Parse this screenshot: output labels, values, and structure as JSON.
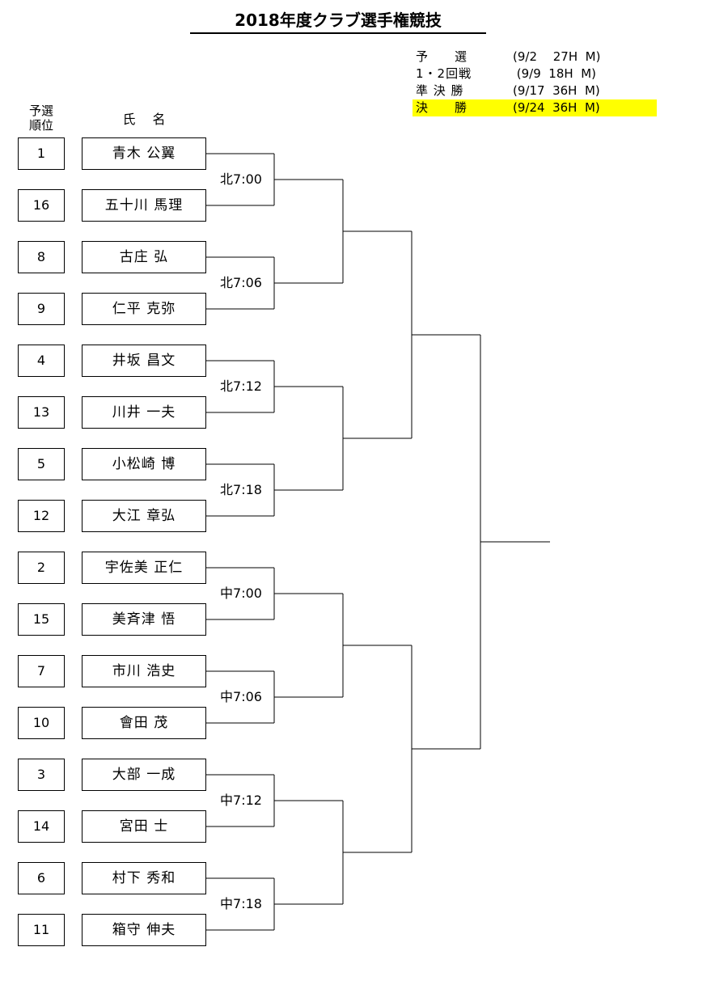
{
  "title": "2018年度クラブ選手権競技",
  "schedule": [
    {
      "label": "予　　選",
      "date": "(9/2　 27H  M)",
      "highlight": false
    },
    {
      "label": "1・2回戦",
      "date": " (9/9  18H  M)",
      "highlight": false
    },
    {
      "label": "準 決 勝",
      "date": "(9/17  36H  M)",
      "highlight": false
    },
    {
      "label": "決　　勝",
      "date": "(9/24  36H  M)",
      "highlight": true
    }
  ],
  "headers": {
    "seed": "予選\n順位",
    "name": "氏　 名"
  },
  "players": [
    {
      "seed": "1",
      "name": "青木  公翼"
    },
    {
      "seed": "16",
      "name": "五十川  馬理"
    },
    {
      "seed": "8",
      "name": "古庄  弘"
    },
    {
      "seed": "9",
      "name": "仁平  克弥"
    },
    {
      "seed": "4",
      "name": "井坂  昌文"
    },
    {
      "seed": "13",
      "name": "川井  一夫"
    },
    {
      "seed": "5",
      "name": "小松崎  博"
    },
    {
      "seed": "12",
      "name": "大江  章弘"
    },
    {
      "seed": "2",
      "name": "宇佐美  正仁"
    },
    {
      "seed": "15",
      "name": "美斉津  悟"
    },
    {
      "seed": "7",
      "name": "市川  浩史"
    },
    {
      "seed": "10",
      "name": "會田  茂"
    },
    {
      "seed": "3",
      "name": "大部  一成"
    },
    {
      "seed": "14",
      "name": "宮田  士"
    },
    {
      "seed": "6",
      "name": "村下  秀和"
    },
    {
      "seed": "11",
      "name": "箱守  伸夫"
    }
  ],
  "match_times": [
    "北7:00",
    "北7:06",
    "北7:12",
    "北7:18",
    "中7:00",
    "中7:06",
    "中7:12",
    "中7:18"
  ]
}
